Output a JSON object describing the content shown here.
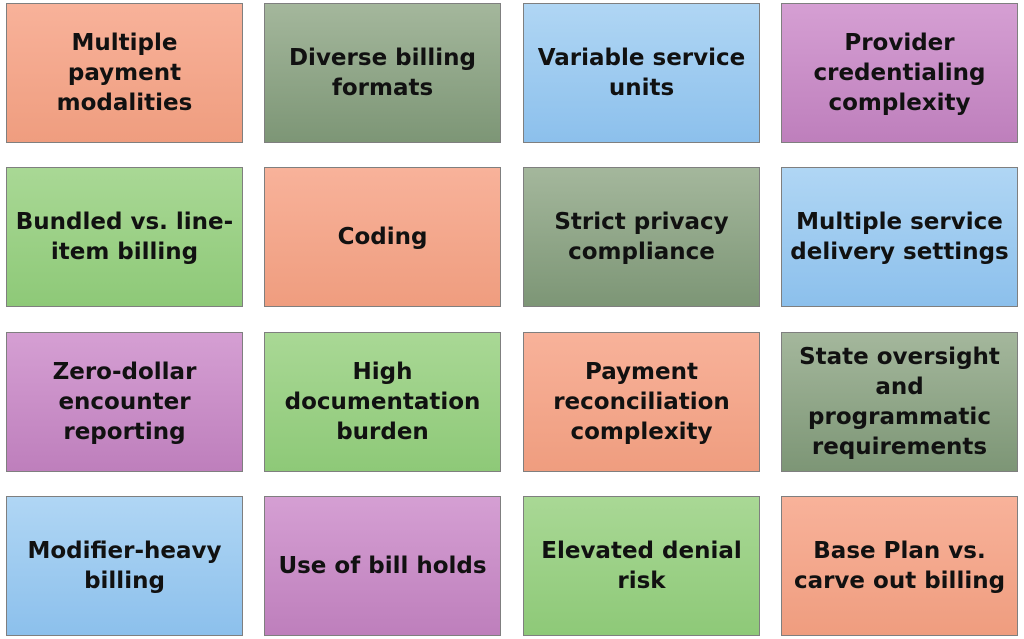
{
  "tiles": [
    {
      "label": "Multiple payment modalities",
      "color": "#f4a88c"
    },
    {
      "label": "Diverse billing formats",
      "color": "#91a889"
    },
    {
      "label": "Variable service units",
      "color": "#9ecbf0"
    },
    {
      "label": "Provider credentialing complexity",
      "color": "#c98dc7"
    },
    {
      "label": "Bundled vs. line-item billing",
      "color": "#9cd186"
    },
    {
      "label": "Coding",
      "color": "#f4a88c"
    },
    {
      "label": "Strict privacy compliance",
      "color": "#91a889"
    },
    {
      "label": "Multiple service delivery settings",
      "color": "#9ecbf0"
    },
    {
      "label": "Zero-dollar encounter reporting",
      "color": "#c98dc7"
    },
    {
      "label": "High documentation burden",
      "color": "#9cd186"
    },
    {
      "label": "Payment reconciliation complexity",
      "color": "#f4a88c"
    },
    {
      "label": "State oversight and programmatic requirements",
      "color": "#91a889"
    },
    {
      "label": "Modifier-heavy billing",
      "color": "#9ecbf0"
    },
    {
      "label": "Use of bill holds",
      "color": "#c98dc7"
    },
    {
      "label": "Elevated denial risk",
      "color": "#9cd186"
    },
    {
      "label": "Base Plan vs. carve out billing",
      "color": "#f4a88c"
    }
  ]
}
